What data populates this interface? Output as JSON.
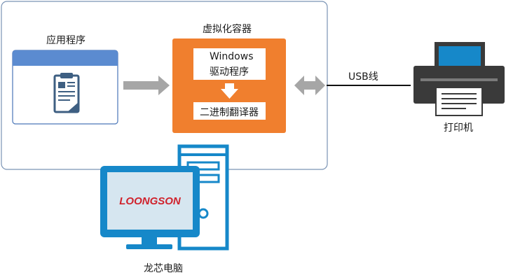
{
  "diagram": {
    "app_label": "应用程序",
    "container_label": "虚拟化容器",
    "driver_line1": "Windows",
    "driver_line2": "驱动程序",
    "translator_label": "二进制翻译器",
    "cable_label": "USB线",
    "printer_label": "打印机",
    "pc_label": "龙芯电脑",
    "pc_brand": "LOONGSON"
  },
  "colors": {
    "container_border": "#7a93b4",
    "app_header": "#5b8bd0",
    "app_border": "#4a76b8",
    "orange": "#f07f2e",
    "arrow_gray": "#a6a6a6",
    "cable": "#111111",
    "pc_blue": "#1688c9",
    "pc_screen": "#d6e6f0",
    "brand_red": "#d0222c",
    "printer_dark": "#3a3a3a",
    "printer_screen": "#1688c9",
    "clipboard": "#3e5f82"
  }
}
